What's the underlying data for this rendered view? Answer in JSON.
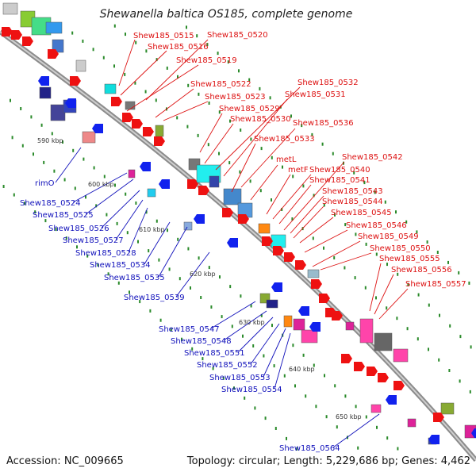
{
  "title": "Shewanella baltica OS185, complete genome",
  "footer": {
    "accession": "Accession: NC_009665",
    "summary": "Topology: circular; Length: 5,229,686 bp; Genes: 4,462"
  },
  "colors": {
    "forward_labels": "#dd1111",
    "reverse_labels": "#1111bb",
    "backbone": "#8c8c8c",
    "tick_dots": "#2a8a2a"
  },
  "kbp_ticks": [
    "590 kbp",
    "600 kbp",
    "610 kbp",
    "620 kbp",
    "630 kbp",
    "640 kbp",
    "650 kbp"
  ],
  "forward_genes": [
    "Shew185_0515",
    "Shew185_0516",
    "Shew185_0519",
    "Shew185_0520",
    "Shew185_0522",
    "Shew185_0523",
    "Shew185_0529",
    "Shew185_0530",
    "Shew185_0532",
    "Shew185_0531",
    "Shew185_0536",
    "Shew185_0533",
    "metL",
    "metF",
    "Shew185_0540",
    "Shew185_0541",
    "Shew185_0542",
    "Shew185_0543",
    "Shew185_0544",
    "Shew185_0545",
    "Shew185_0546",
    "Shew185_0549",
    "Shew185_0550",
    "Shew185_0555",
    "Shew185_0556",
    "Shew185_0557"
  ],
  "reverse_genes": [
    "rimO",
    "Shew185_0524",
    "Shew185_0525",
    "Shew185_0526",
    "Shew185_0527",
    "Shew185_0528",
    "Shew185_0534",
    "Shew185_0535",
    "Shew185_0539",
    "Shew185_0547",
    "Shew185_0548",
    "Shew185_0551",
    "Shew185_0552",
    "Shew185_0553",
    "Shew185_0554",
    "Shew185_0564"
  ]
}
